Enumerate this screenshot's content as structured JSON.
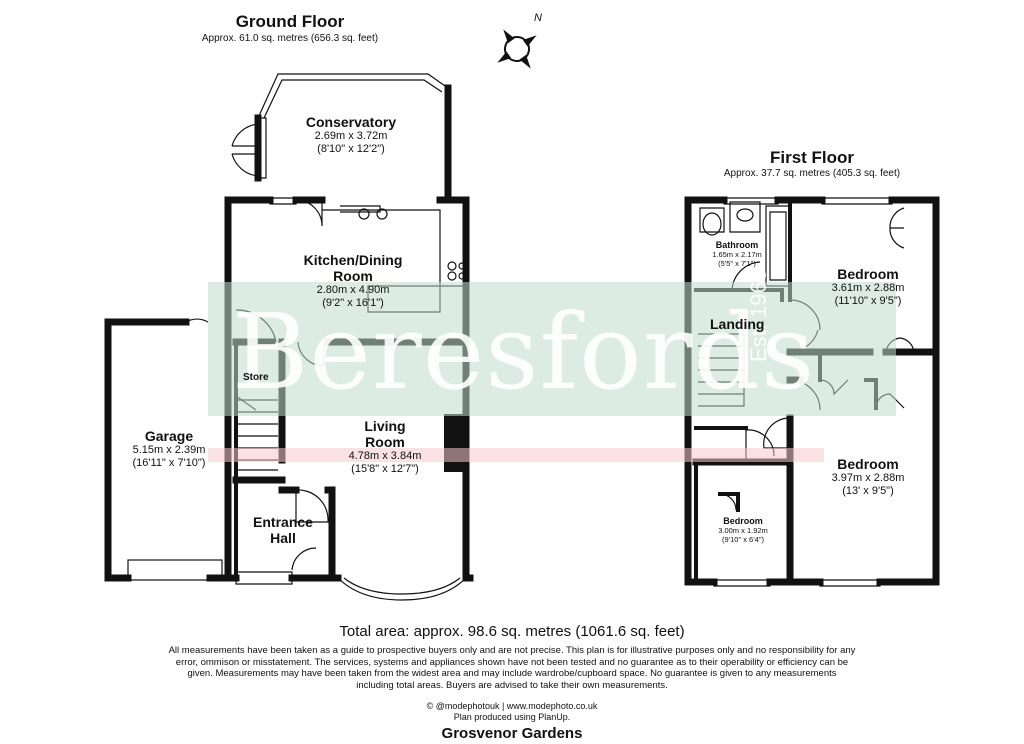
{
  "ground_floor": {
    "title": "Ground Floor",
    "area": "Approx. 61.0 sq. metres (656.3 sq. feet)",
    "rooms": [
      {
        "name": "Conservatory",
        "metric": "2.69m x 3.72m",
        "imperial": "(8'10\" x 12'2\")"
      },
      {
        "name_line1": "Kitchen/Dining",
        "name_line2": "Room",
        "metric": "2.80m x 4.90m",
        "imperial": "(9'2\" x 16'1\")"
      },
      {
        "name": "Store"
      },
      {
        "name_line1": "Living",
        "name_line2": "Room",
        "metric": "4.78m x 3.84m",
        "imperial": "(15'8\" x 12'7\")"
      },
      {
        "name": "Garage",
        "metric": "5.15m x 2.39m",
        "imperial": "(16'11\" x 7'10\")"
      },
      {
        "name_line1": "Entrance",
        "name_line2": "Hall"
      }
    ]
  },
  "first_floor": {
    "title": "First Floor",
    "area": "Approx. 37.7 sq. metres (405.3 sq. feet)",
    "rooms": [
      {
        "name": "Bathroom",
        "metric": "1.65m x 2.17m",
        "imperial": "(5'5\" x 7'1\")"
      },
      {
        "name": "Bedroom",
        "metric": "3.61m x 2.88m",
        "imperial": "(11'10\" x 9'5\")"
      },
      {
        "name": "Landing"
      },
      {
        "name": "Bedroom",
        "metric": "3.97m x 2.88m",
        "imperial": "(13' x 9'5\")"
      },
      {
        "name": "Bedroom",
        "metric": "3.00m x 1.92m",
        "imperial": "(9'10\" x 6'4\")"
      }
    ]
  },
  "compass_label": "N",
  "watermark": {
    "brand": "Beresfords",
    "est": "Est. 1968"
  },
  "footer": {
    "total": "Total area: approx. 98.6 sq. metres (1061.6 sq. feet)",
    "disclaimer": [
      "All measurements have been taken as a guide to prospective buyers only and are not precise. This plan is for illustrative purposes only and no responsibility for any",
      "error, ommison or misstatement. The services, systems and appliances shown have not been tested and no guarantee as to their operability or efficiency can be",
      "given. Measurements may have been taken from the widest area and may include wardrobe/cupboard space. No guarantee is given to any measurements",
      "including total areas. Buyers are advised to take their own measurements."
    ],
    "credit_line1": "© @modephotouk | www.modephoto.co.uk",
    "credit_line2": "Plan produced using PlanUp.",
    "address": "Grosvenor Gardens"
  },
  "colors": {
    "wall": "#111111",
    "watermark_green": "#c0dcce",
    "watermark_pink": "#f6c8ce"
  }
}
